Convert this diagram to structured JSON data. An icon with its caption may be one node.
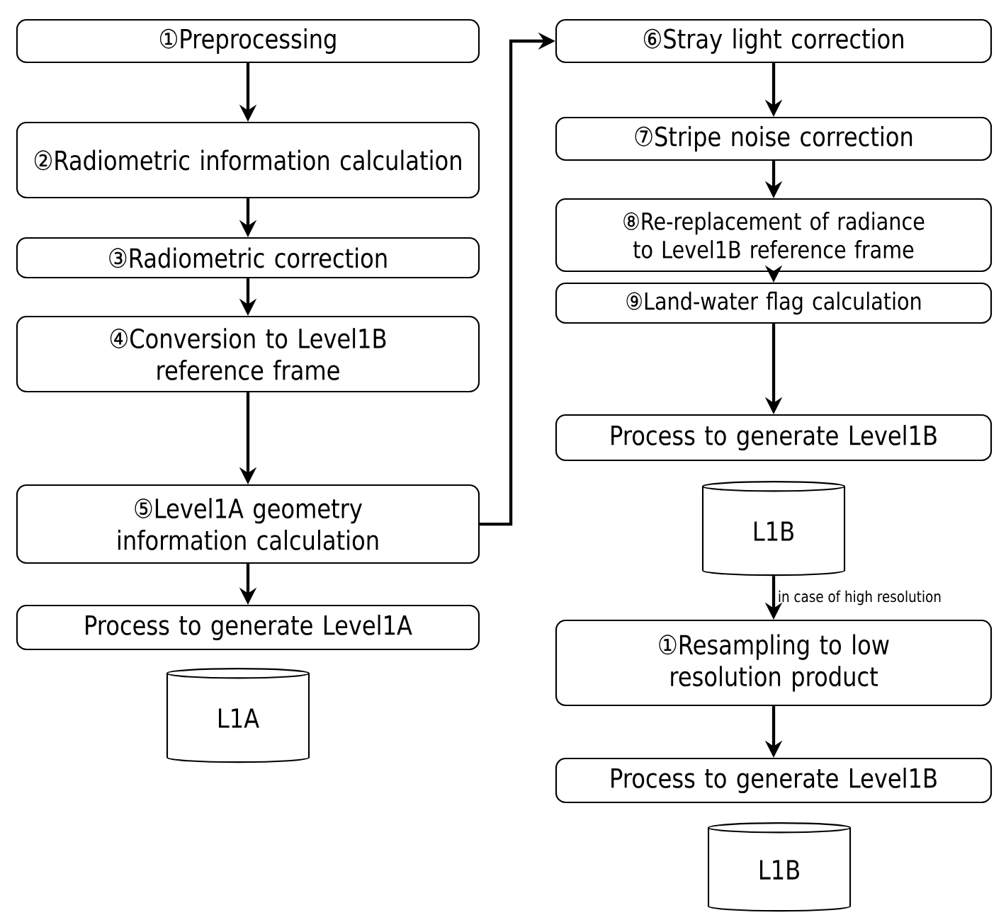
{
  "diagram": {
    "nodes": [
      {
        "text": [
          "①Preprocessing"
        ]
      },
      {
        "text": [
          "②Radiometric information calculation"
        ]
      },
      {
        "text": [
          "③Radiometric correction"
        ]
      },
      {
        "text": [
          "④Conversion to Level1B reference frame"
        ]
      },
      {
        "text": [
          "⑤Level1A geometry information calculation"
        ]
      },
      {
        "text": [
          "Process to generate Level1A"
        ]
      },
      {
        "text": [
          "L1A"
        ]
      },
      {
        "text": [
          "⑥Stray light correction"
        ]
      },
      {
        "text": [
          "⑦Stripe noise correction"
        ]
      },
      {
        "text": [
          "⑧Re-replacement of radiance to Level1B reference frame"
        ]
      },
      {
        "text": [
          "⑨Land-water flag calculation"
        ]
      },
      {
        "text": [
          "Process to generate Level1B"
        ]
      },
      {
        "text": [
          "L1B"
        ]
      },
      {
        "text": [
          "①Resampling to low resolution product"
        ]
      },
      {
        "text": [
          "Process to generate Level1B"
        ]
      },
      {
        "text": [
          "L1B"
        ]
      }
    ],
    "edges": [
      {
        "from": 0,
        "to": 1,
        "arrow": "to"
      },
      {
        "from": 1,
        "to": 2,
        "arrow": "to"
      },
      {
        "from": 2,
        "to": 3,
        "arrow": "to"
      },
      {
        "from": 3,
        "to": 4,
        "arrow": "to"
      },
      {
        "from": 4,
        "to": 5,
        "arrow": "to"
      },
      {
        "from": 4,
        "to": 7,
        "arrow": "to"
      },
      {
        "from": 7,
        "to": 8,
        "arrow": "to"
      },
      {
        "from": 8,
        "to": 9,
        "arrow": "to"
      },
      {
        "from": 9,
        "to": 10,
        "arrow": "to"
      },
      {
        "from": 10,
        "to": 11,
        "arrow": "to"
      },
      {
        "from": 12,
        "to": 13,
        "arrow": "to",
        "label": "in case of high resolution"
      },
      {
        "from": 13,
        "to": 14,
        "arrow": "to"
      }
    ]
  }
}
